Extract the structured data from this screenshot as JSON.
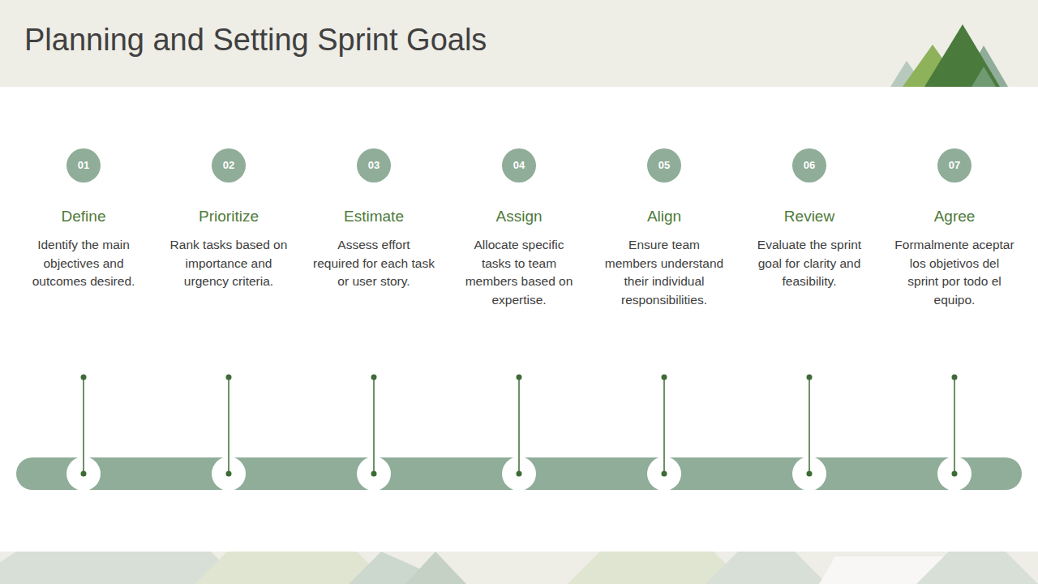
{
  "diagram": {
    "title": "Planning and Setting Sprint Goals",
    "nodes": [
      {
        "text": [
          "01",
          "Define",
          "Identify the main objectives and outcomes desired."
        ]
      },
      {
        "text": [
          "02",
          "Prioritize",
          "Rank tasks based on importance and urgency criteria."
        ]
      },
      {
        "text": [
          "03",
          "Estimate",
          "Assess effort required for each task or user story."
        ]
      },
      {
        "text": [
          "04",
          "Assign",
          "Allocate specific tasks to team members based on expertise."
        ]
      },
      {
        "text": [
          "05",
          "Align",
          "Ensure team members understand their individual responsibilities."
        ]
      },
      {
        "text": [
          "06",
          "Review",
          "Evaluate the sprint goal for clarity and feasibility."
        ]
      },
      {
        "text": [
          "07",
          "Agree",
          "Formalmente aceptar los objetivos del sprint por todo el equipo."
        ]
      }
    ]
  }
}
